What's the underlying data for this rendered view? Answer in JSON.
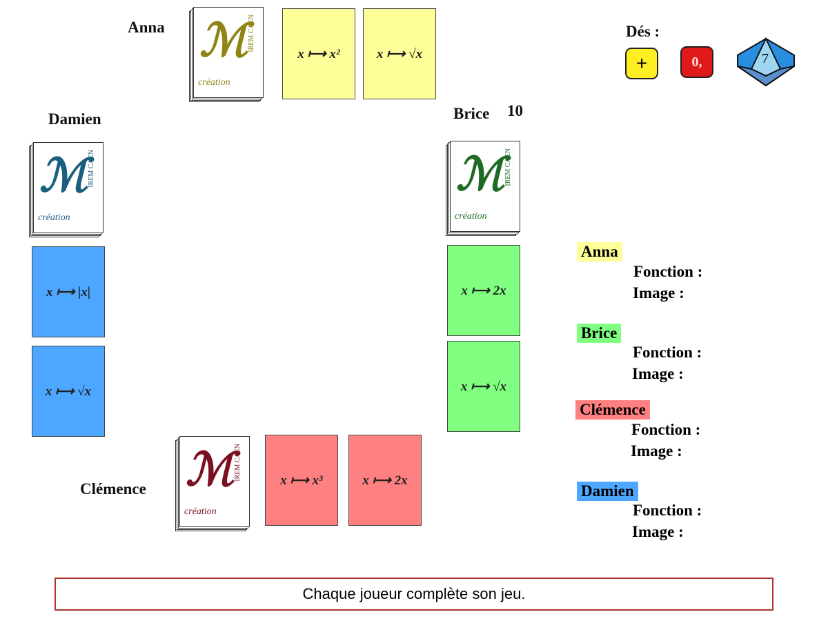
{
  "players": {
    "anna": {
      "name": "Anna",
      "color": "#ffff99",
      "logo_color": "#8f8414",
      "cards": [
        "x ⟼ x²",
        "x ⟼ √x"
      ]
    },
    "brice": {
      "name": "Brice",
      "score": "10",
      "color": "#80ff80",
      "logo_color": "#1f6a24",
      "cards": [
        "x ⟼ 2x",
        "x ⟼ √x"
      ]
    },
    "clemence": {
      "name": "Clémence",
      "color": "#ff8080",
      "logo_color": "#7a1020",
      "cards": [
        "x ⟼ x³",
        "x ⟼ 2x"
      ]
    },
    "damien": {
      "name": "Damien",
      "color": "#4da6ff",
      "logo_color": "#1a5e80",
      "cards": [
        "x ⟼ |x|",
        "x ⟼ √x"
      ]
    }
  },
  "logo": {
    "letters": "ℳ",
    "creation": "création",
    "irem": "IREM CAEN"
  },
  "dice": {
    "label": "Dés :",
    "operation": "+",
    "number": "0,",
    "d10": "7"
  },
  "panel": {
    "function_label": "Fonction :",
    "image_label": "Image :"
  },
  "message": "Chaque joueur complète son jeu."
}
